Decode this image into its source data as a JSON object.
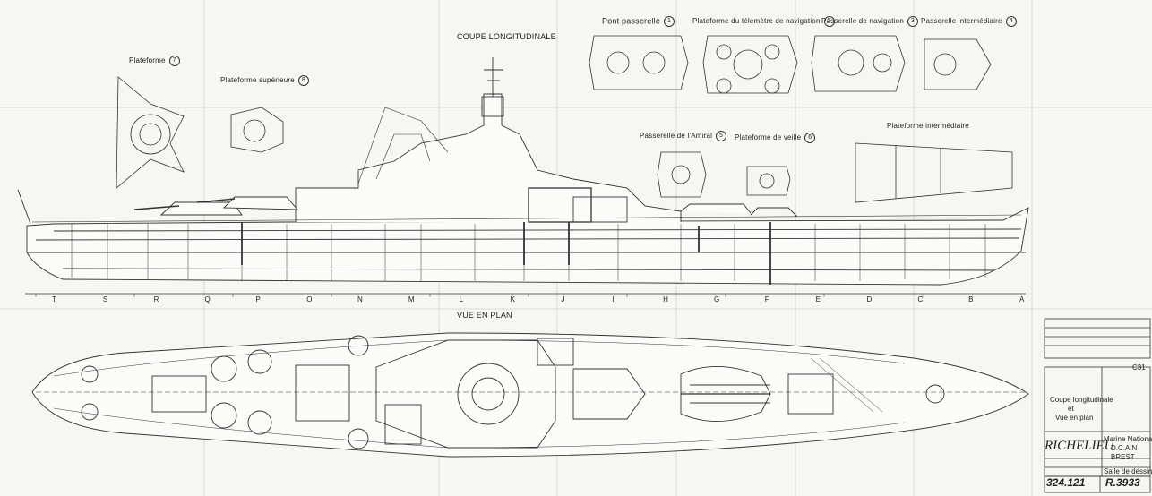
{
  "sections": {
    "coupe": "COUPE  LONGITUDINALE",
    "plan": "VUE  EN  PLAN"
  },
  "platforms": [
    {
      "id": "p1",
      "label": "Pont  passerelle",
      "num": "1"
    },
    {
      "id": "p2",
      "label": "Plateforme du télémètre de navigation",
      "num": "2"
    },
    {
      "id": "p3",
      "label": "Passerelle de navigation",
      "num": "3"
    },
    {
      "id": "p4",
      "label": "Passerelle intermédiaire",
      "num": "4"
    },
    {
      "id": "p5",
      "label": "Passerelle de l'Amiral",
      "num": "5"
    },
    {
      "id": "p6",
      "label": "Plateforme de veille",
      "num": "6"
    },
    {
      "id": "p7",
      "label": "Plateforme",
      "num": "7"
    },
    {
      "id": "p8",
      "label": "Plateforme supérieure",
      "num": "8"
    },
    {
      "id": "pi",
      "label": "Plateforme  intermédiaire",
      "num": ""
    }
  ],
  "frame_letters": [
    "T",
    "S",
    "R",
    "Q",
    "P",
    "O",
    "N",
    "M",
    "L",
    "K",
    "J",
    "I",
    "H",
    "G",
    "F",
    "E",
    "D",
    "C",
    "B",
    "A"
  ],
  "title_block": {
    "description": [
      "Coupe longitudinale",
      "et",
      "Vue en plan"
    ],
    "ship": "RICHELIEU",
    "org": [
      "Marine Nationale",
      "D.C.A.N",
      "BREST"
    ],
    "office": "Salle de dessin P.",
    "drawing_no": "324.121",
    "ref": "R.3933",
    "sheet_mark": "C31"
  }
}
